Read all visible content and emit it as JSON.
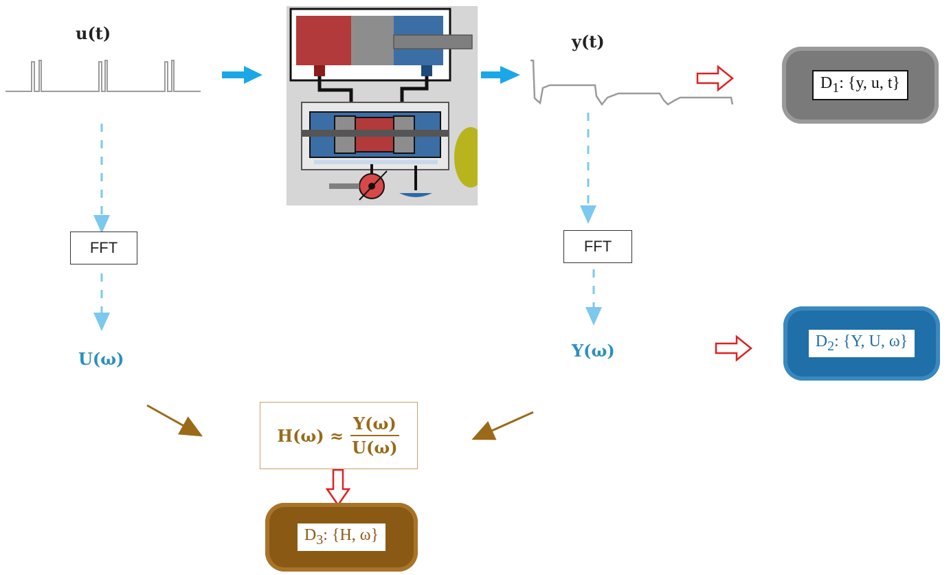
{
  "signals": {
    "input_label": "u(t)",
    "output_label": "y(t)"
  },
  "fft": {
    "left_label": "FFT",
    "right_label": "FFT"
  },
  "spectra": {
    "input_label": "U(ω)",
    "output_label": "Y(ω)"
  },
  "transfer": {
    "lhs": "H(ω) ≈",
    "numerator": "Y(ω)",
    "denominator": "U(ω)"
  },
  "datasets": {
    "d1": {
      "name": "D",
      "sub": "1",
      "content": ": {y, u, t}"
    },
    "d2": {
      "name": "D",
      "sub": "2",
      "content": ": {Y, U, ω}"
    },
    "d3": {
      "name": "D",
      "sub": "3",
      "content": ": {H, ω}"
    }
  },
  "colors": {
    "flow_arrow": "#1aa7e8",
    "dashed_arrow": "#7cc8ee",
    "red_arrow": "#e02020",
    "brown_arrow": "#9a6a18",
    "d1_frame": "#7a7a7a",
    "d2_frame": "#1f6fa8",
    "d3_frame": "#8a5a14"
  }
}
